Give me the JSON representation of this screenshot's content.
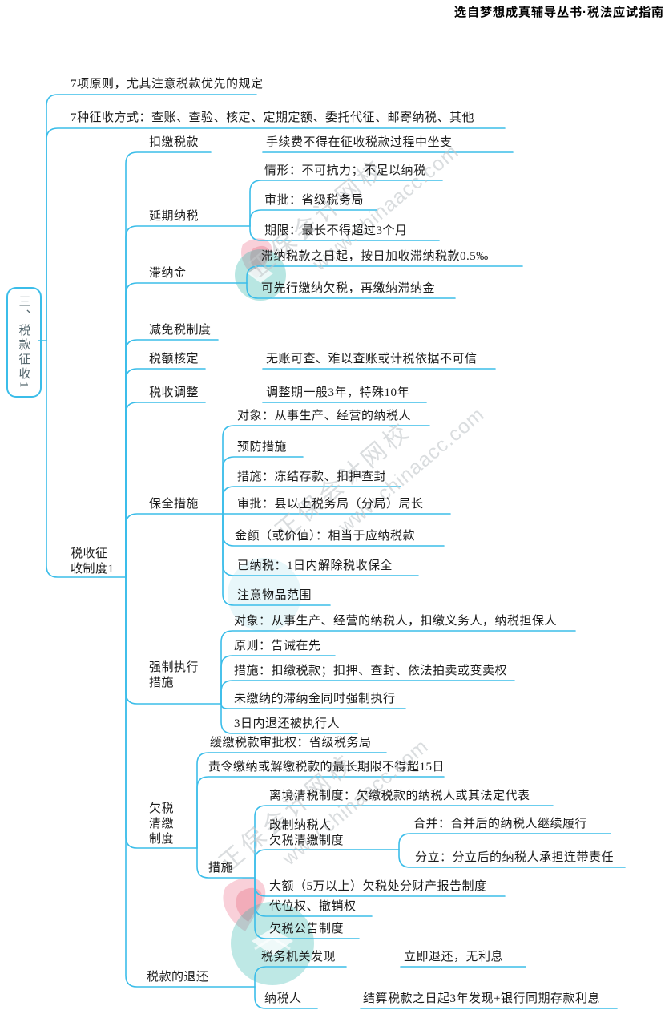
{
  "header": {
    "source_note": "选自梦想成真辅导丛书·税法应试指南"
  },
  "watermark": {
    "brand": "正保会计网校",
    "site": "www.chinaacc.com"
  },
  "colors": {
    "branch_line": "#3bbde9",
    "node_text": "#1b1b1b",
    "root_text": "#56686f",
    "watermark_text": "#c3c8cb",
    "logo_teal": "#2bb3a3",
    "logo_pink": "#ef8496"
  },
  "mindmap": {
    "root": {
      "label": "三、税款征收1",
      "children": [
        {
          "label": "7项原则，尤其注意税款优先的规定"
        },
        {
          "label": "7种征收方式：查账、查验、核定、定期定额、委托代征、邮寄纳税、其他"
        },
        {
          "label": "税收征\n收制度1",
          "children": [
            {
              "label": "扣缴税款",
              "children": [
                {
                  "label": "手续费不得在征收税款过程中坐支"
                }
              ]
            },
            {
              "label": "延期纳税",
              "children": [
                {
                  "label": "情形：不可抗力；不足以纳税"
                },
                {
                  "label": "审批：省级税务局"
                },
                {
                  "label": "期限：最长不得超过3个月"
                }
              ]
            },
            {
              "label": "滞纳金",
              "children": [
                {
                  "label": "滞纳税款之日起，按日加收滞纳税款0.5‰"
                },
                {
                  "label": "可先行缴纳欠税，再缴纳滞纳金"
                }
              ]
            },
            {
              "label": "减免税制度"
            },
            {
              "label": "税额核定",
              "children": [
                {
                  "label": "无账可查、难以查账或计税依据不可信"
                }
              ]
            },
            {
              "label": "税收调整",
              "children": [
                {
                  "label": "调整期一般3年，特殊10年"
                }
              ]
            },
            {
              "label": "保全措施",
              "children": [
                {
                  "label": "对象：从事生产、经营的纳税人"
                },
                {
                  "label": "预防措施"
                },
                {
                  "label": "措施：冻结存款、扣押查封"
                },
                {
                  "label": "审批：县以上税务局（分局）局长"
                },
                {
                  "label": "金额（或价值）：相当于应纳税款"
                },
                {
                  "label": "已纳税：1日内解除税收保全"
                },
                {
                  "label": "注意物品范围"
                }
              ]
            },
            {
              "label": "强制执行\n措施",
              "children": [
                {
                  "label": "对象：从事生产、经营的纳税人，扣缴义务人，纳税担保人"
                },
                {
                  "label": "原则：告诫在先"
                },
                {
                  "label": "措施：扣缴税款；扣押、查封、依法拍卖或变卖权"
                },
                {
                  "label": "未缴纳的滞纳金同时强制执行"
                },
                {
                  "label": "3日内退还被执行人"
                }
              ]
            },
            {
              "label": "欠税\n清缴\n制度",
              "children": [
                {
                  "label": "缓缴税款审批权：省级税务局"
                },
                {
                  "label": "责令缴纳或解缴税款的最长期限不得超15日"
                },
                {
                  "label": "措施",
                  "children": [
                    {
                      "label": "离境清税制度：欠缴税款的纳税人或其法定代表"
                    },
                    {
                      "label": "改制纳税人\n欠税清缴制度",
                      "children": [
                        {
                          "label": "合并：合并后的纳税人继续履行"
                        },
                        {
                          "label": "分立：分立后的纳税人承担连带责任"
                        }
                      ]
                    },
                    {
                      "label": "大额（5万以上）欠税处分财产报告制度"
                    },
                    {
                      "label": "代位权、撤销权"
                    },
                    {
                      "label": "欠税公告制度"
                    }
                  ]
                }
              ]
            },
            {
              "label": "税款的退还",
              "children": [
                {
                  "label": "税务机关发现",
                  "children": [
                    {
                      "label": "立即退还，无利息"
                    }
                  ]
                },
                {
                  "label": "纳税人",
                  "children": [
                    {
                      "label": "结算税款之日起3年发现+银行同期存款利息"
                    }
                  ]
                }
              ]
            }
          ]
        }
      ]
    }
  }
}
